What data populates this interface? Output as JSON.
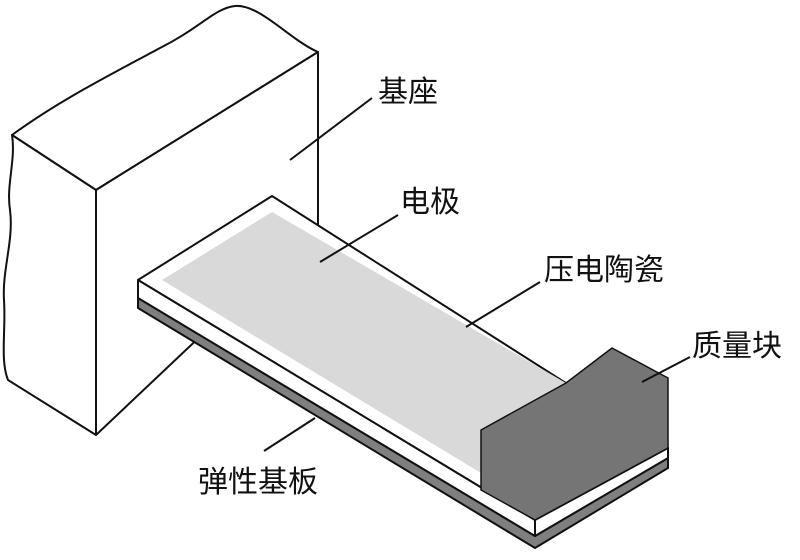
{
  "labels": {
    "base": "基座",
    "electrode": "电极",
    "piezo_ceramic": "压电陶瓷",
    "proof_mass": "质量块",
    "elastic_substrate": "弹性基板"
  },
  "colors": {
    "outline": "#111111",
    "electrode_fill": "#d9d9d9",
    "substrate_fill": "#7f7f7f",
    "mass_fill": "#757575",
    "white": "#ffffff"
  }
}
